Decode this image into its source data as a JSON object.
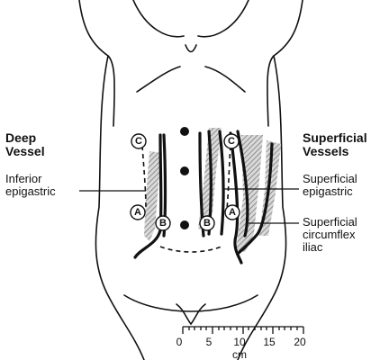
{
  "labels": {
    "deep_title": [
      "Deep",
      "Vessel"
    ],
    "deep_vessel": [
      "Inferior",
      "epigastric"
    ],
    "superficial_title": [
      "Superficial",
      "Vessels"
    ],
    "superficial_1": [
      "Superficial",
      "epigastric"
    ],
    "superficial_2": [
      "Superficial",
      "circumflex",
      "iliac"
    ]
  },
  "markers": {
    "a": "A",
    "b": "B",
    "c": "C"
  },
  "scale": {
    "ticks": [
      "0",
      "5",
      "10",
      "15",
      "20"
    ],
    "unit": "cm"
  },
  "colors": {
    "line": "#111111",
    "hatch": "#8a8a8a"
  }
}
